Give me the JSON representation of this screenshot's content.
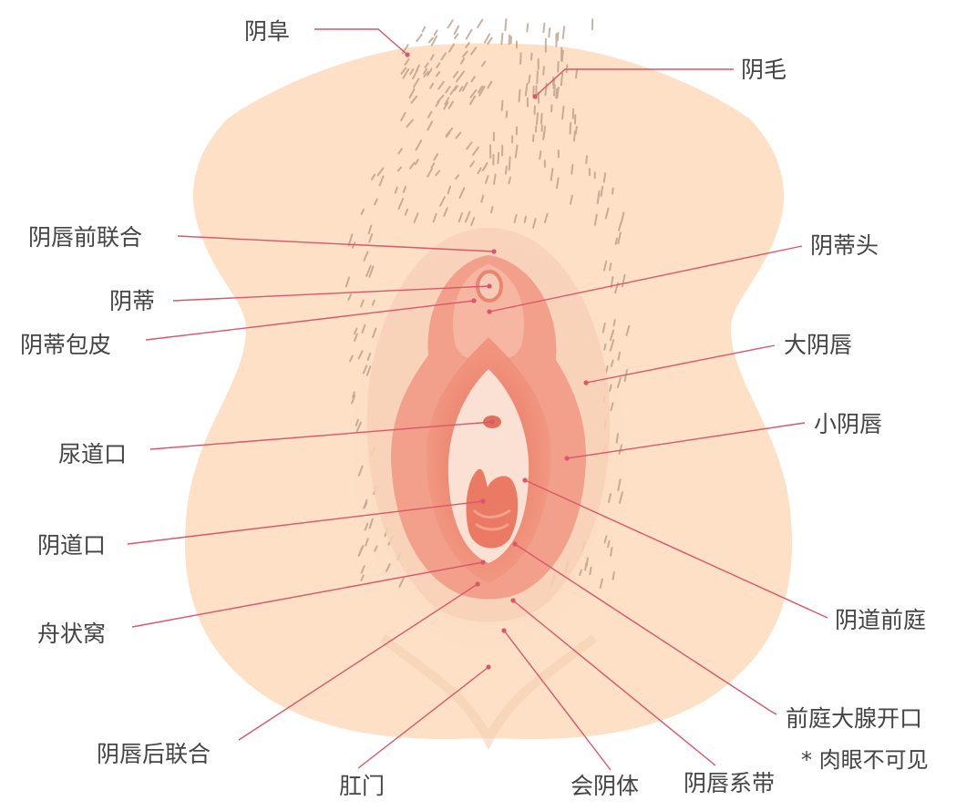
{
  "labels": {
    "mons_pubis": "阴阜",
    "pubic_hair": "阴毛",
    "anterior_commissure": "阴唇前联合",
    "glans_clitoris": "阴蒂头",
    "clitoris": "阴蒂",
    "clitoral_hood": "阴蒂包皮",
    "labia_majora": "大阴唇",
    "labia_minora": "小阴唇",
    "urethral_opening": "尿道口",
    "vaginal_opening": "阴道口",
    "vestibule": "阴道前庭",
    "fossa_navicularis": "舟状窝",
    "bartholin_opening": "前庭大腺开口",
    "posterior_commissure": "阴唇后联合",
    "anus": "肛门",
    "perineum": "会阴体",
    "frenulum_labiorum": "阴唇系带"
  },
  "note": "* 肉眼不可见",
  "colors": {
    "leader_line": "#d9566b",
    "label_text": "#444444",
    "skin": "#fde0c6",
    "skin_shadow": "#f6cfb0",
    "hair": "#b69a84",
    "labia_majora": "#f7c8b2",
    "labia_minora": "#ee9888",
    "inner_vestibule": "#f8d2c4",
    "vaginal_opening": "#e9735f"
  }
}
